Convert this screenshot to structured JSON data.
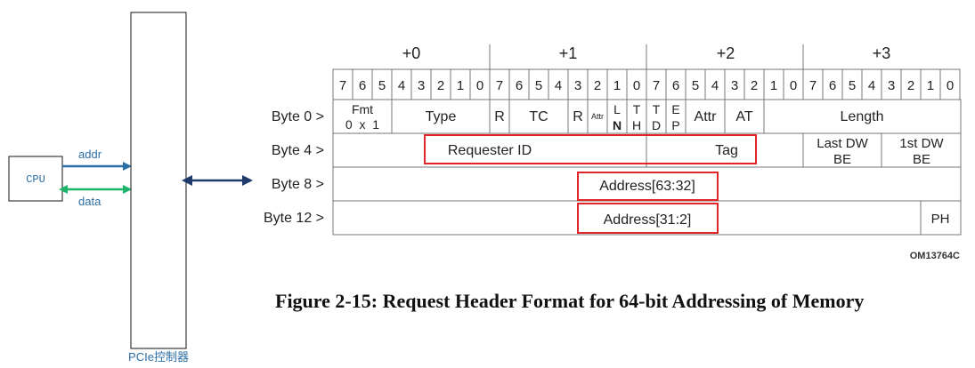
{
  "left": {
    "cpu_label": "CPU",
    "addr_label": "addr",
    "data_label": "data",
    "controller_label": "PCIe控制器",
    "addr_color": "#2b6ea6",
    "data_color": "#1db36b",
    "link_color": "#1f3a6b"
  },
  "header": {
    "byte_offsets": [
      "+0",
      "+1",
      "+2",
      "+3"
    ],
    "bits": [
      "7",
      "6",
      "5",
      "4",
      "3",
      "2",
      "1",
      "0",
      "7",
      "6",
      "5",
      "4",
      "3",
      "2",
      "1",
      "0",
      "7",
      "6",
      "5",
      "4",
      "3",
      "2",
      "1",
      "0",
      "7",
      "6",
      "5",
      "4",
      "3",
      "2",
      "1",
      "0"
    ],
    "row_labels": [
      "Byte 0 >",
      "Byte 4 >",
      "Byte 8 >",
      "Byte 12 >"
    ],
    "byte0": {
      "fmt_top": "Fmt",
      "fmt_bottom": "0  x  1",
      "type": "Type",
      "r1": "R",
      "tc": "TC",
      "r2": "R",
      "attr_small": "Attr",
      "ln": [
        "L",
        "N"
      ],
      "th": [
        "T",
        "H"
      ],
      "td": [
        "T",
        "D"
      ],
      "ep": [
        "E",
        "P"
      ],
      "attr": "Attr",
      "at": "AT",
      "length": "Length"
    },
    "byte4": {
      "requester_id": "Requester ID",
      "tag": "Tag",
      "last_dw_be": [
        "Last DW",
        "BE"
      ],
      "first_dw_be": [
        "1st DW",
        "BE"
      ]
    },
    "byte8": {
      "address_hi": "Address[63:32]"
    },
    "byte12": {
      "address_lo": "Address[31:2]",
      "ph": "PH"
    },
    "figure_id": "OM13764C",
    "highlight_color": "#e0262b"
  },
  "caption": "Figure 2-15:  Request Header Format for 64-bit Addressing of Memory"
}
